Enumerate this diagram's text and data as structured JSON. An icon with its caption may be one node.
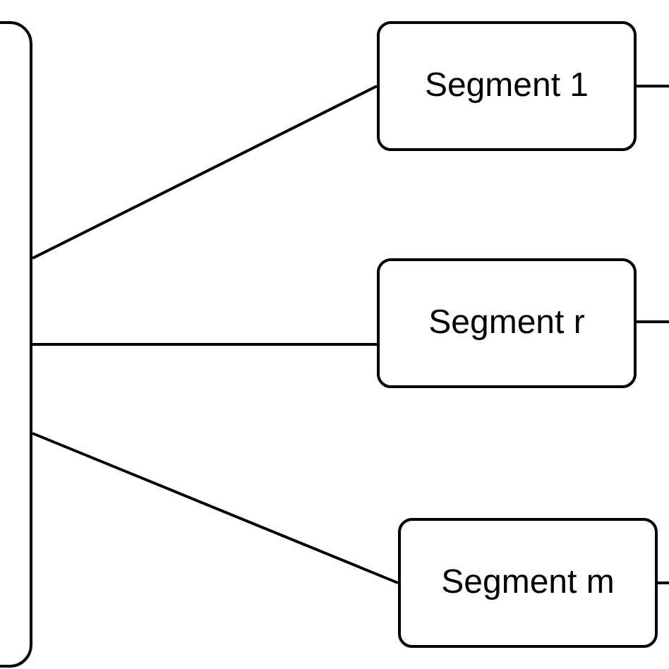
{
  "diagram": {
    "nodes": [
      {
        "text": [],
        "shape": "box"
      },
      {
        "text": [
          "Segment 1"
        ]
      },
      {
        "text": [
          "Segment r"
        ]
      },
      {
        "text": [
          "Segment m"
        ]
      }
    ],
    "edges": [
      {
        "from": 0,
        "to": 1,
        "arrow": "none"
      },
      {
        "from": 0,
        "to": 2,
        "arrow": "none"
      },
      {
        "from": 0,
        "to": 3,
        "arrow": "none"
      },
      {
        "from": 1,
        "to": null,
        "arrow": "none"
      },
      {
        "from": 2,
        "to": null,
        "arrow": "none"
      },
      {
        "from": 3,
        "to": null,
        "arrow": "none"
      }
    ]
  }
}
